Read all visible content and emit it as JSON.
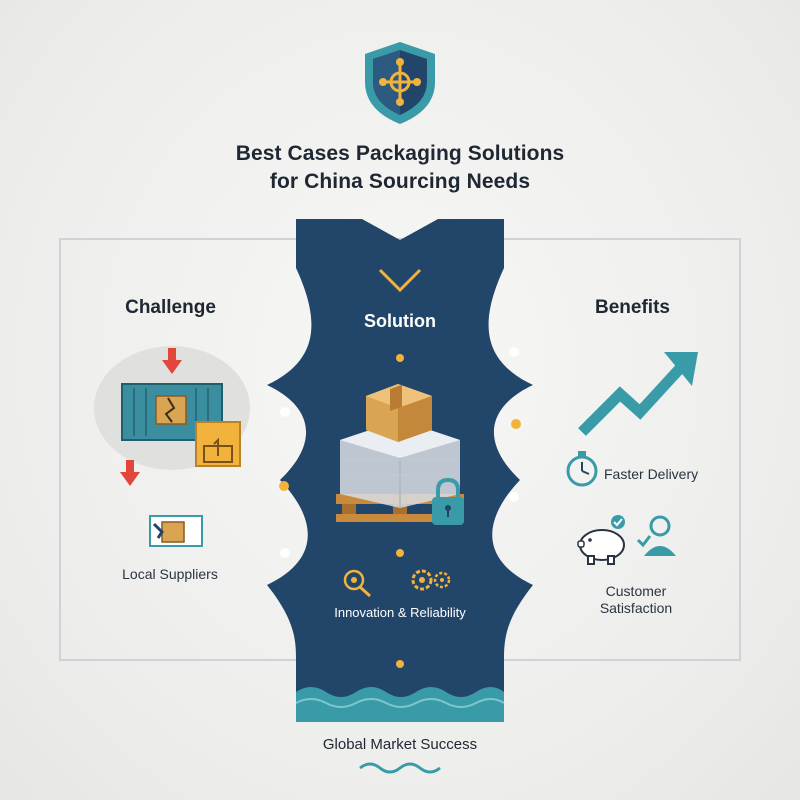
{
  "title": {
    "line1": "Best Cases Packaging Solutions",
    "line2": "for China Sourcing Needs"
  },
  "sections": {
    "challenge": {
      "heading": "Challenge",
      "label": "Local Suppliers"
    },
    "solution": {
      "heading": "Solution",
      "label": "Innovation & Reliability"
    },
    "benefits": {
      "heading": "Benefits",
      "faster_delivery": "Faster Delivery",
      "customer_satisfaction_1": "Customer",
      "customer_satisfaction_2": "Satisfaction"
    }
  },
  "footer": {
    "label": "Global Market Success"
  },
  "icons": {
    "logo": "shield-network-icon",
    "challenge": [
      "down-arrow-icon",
      "shipping-container-icon",
      "box-document-icon",
      "box-screen-icon"
    ],
    "solution": [
      "chevron-down-icon",
      "wrapped-pallet-icon",
      "padlock-icon",
      "search-gear-icon",
      "gears-icon",
      "waves-icon"
    ],
    "benefits": [
      "rising-arrow-icon",
      "stopwatch-icon",
      "piggy-bank-icon",
      "user-check-icon"
    ],
    "footer": "wave-icon"
  },
  "colors": {
    "navy": "#22456a",
    "teal": "#3a9ba8",
    "orange": "#f2b33d",
    "red": "#e2463b",
    "text": "#1e2732"
  }
}
